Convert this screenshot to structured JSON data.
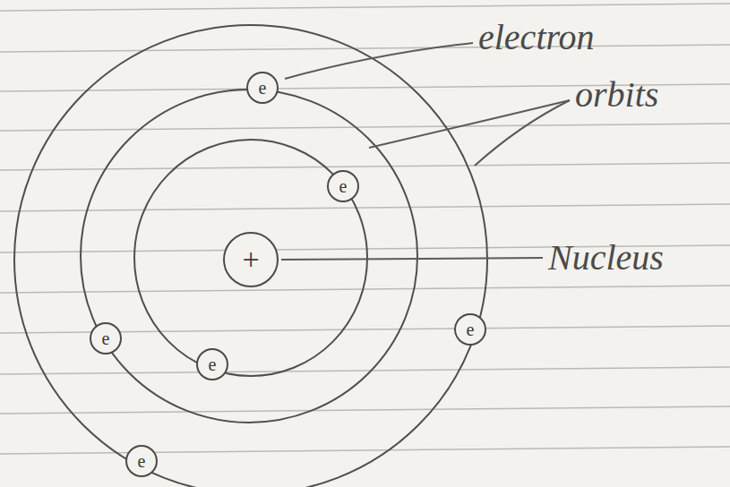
{
  "diagram": {
    "nodes": [
      {
        "text": [
          "e"
        ]
      },
      {
        "text": [
          "e"
        ]
      },
      {
        "text": [
          "+"
        ]
      },
      {
        "text": [
          "e"
        ]
      },
      {
        "text": [
          "e"
        ]
      },
      {
        "text": [
          "e"
        ]
      },
      {
        "text": [
          "e"
        ]
      }
    ],
    "labels": [
      "electron",
      "orbits",
      "Nucleus"
    ]
  }
}
